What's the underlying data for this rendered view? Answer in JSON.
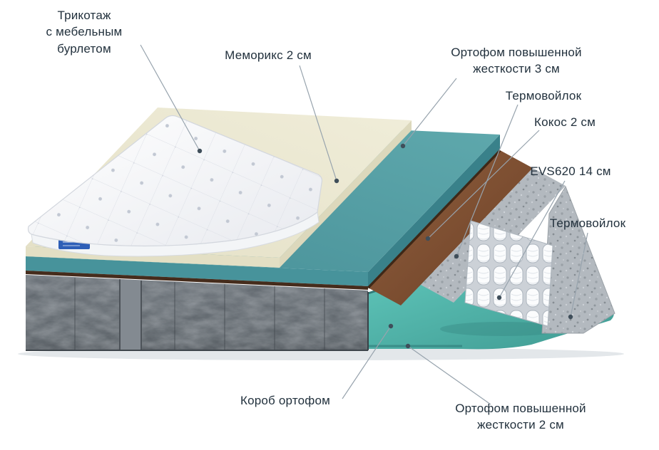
{
  "page": {
    "background": "#ffffff"
  },
  "labels": {
    "cover": {
      "text": "Трикотаж\nс мебельным\nбурлетом"
    },
    "memorix": {
      "text": "Меморикс 2 см"
    },
    "orthofoam_top": {
      "text": "Ортофом повышенной\nжесткости 3 см"
    },
    "thermofelt_top": {
      "text": "Термовойлок"
    },
    "coconut": {
      "text": "Кокос 2 см"
    },
    "springs": {
      "text": "EVS620 14 см"
    },
    "thermofelt_bottom": {
      "text": "Термовойлок"
    },
    "box": {
      "text": "Короб ортофом"
    },
    "orthofoam_bottom": {
      "text": "Ортофом повышенной\nжесткости 2 см"
    }
  },
  "colors": {
    "teal_layer": "#4f9ba2",
    "teal_bottom_slab": "#56bdb2",
    "cream_memorix": "#ece9d2",
    "coconut_brown": "#7d4f31",
    "felt_grey": "#b3b9bf",
    "box_grey": "#565d63",
    "spring_white": "#fbfcfd",
    "label_text": "#22313d",
    "leader_line": "#97a3ad",
    "tag_blue": "#2e5fb7"
  }
}
